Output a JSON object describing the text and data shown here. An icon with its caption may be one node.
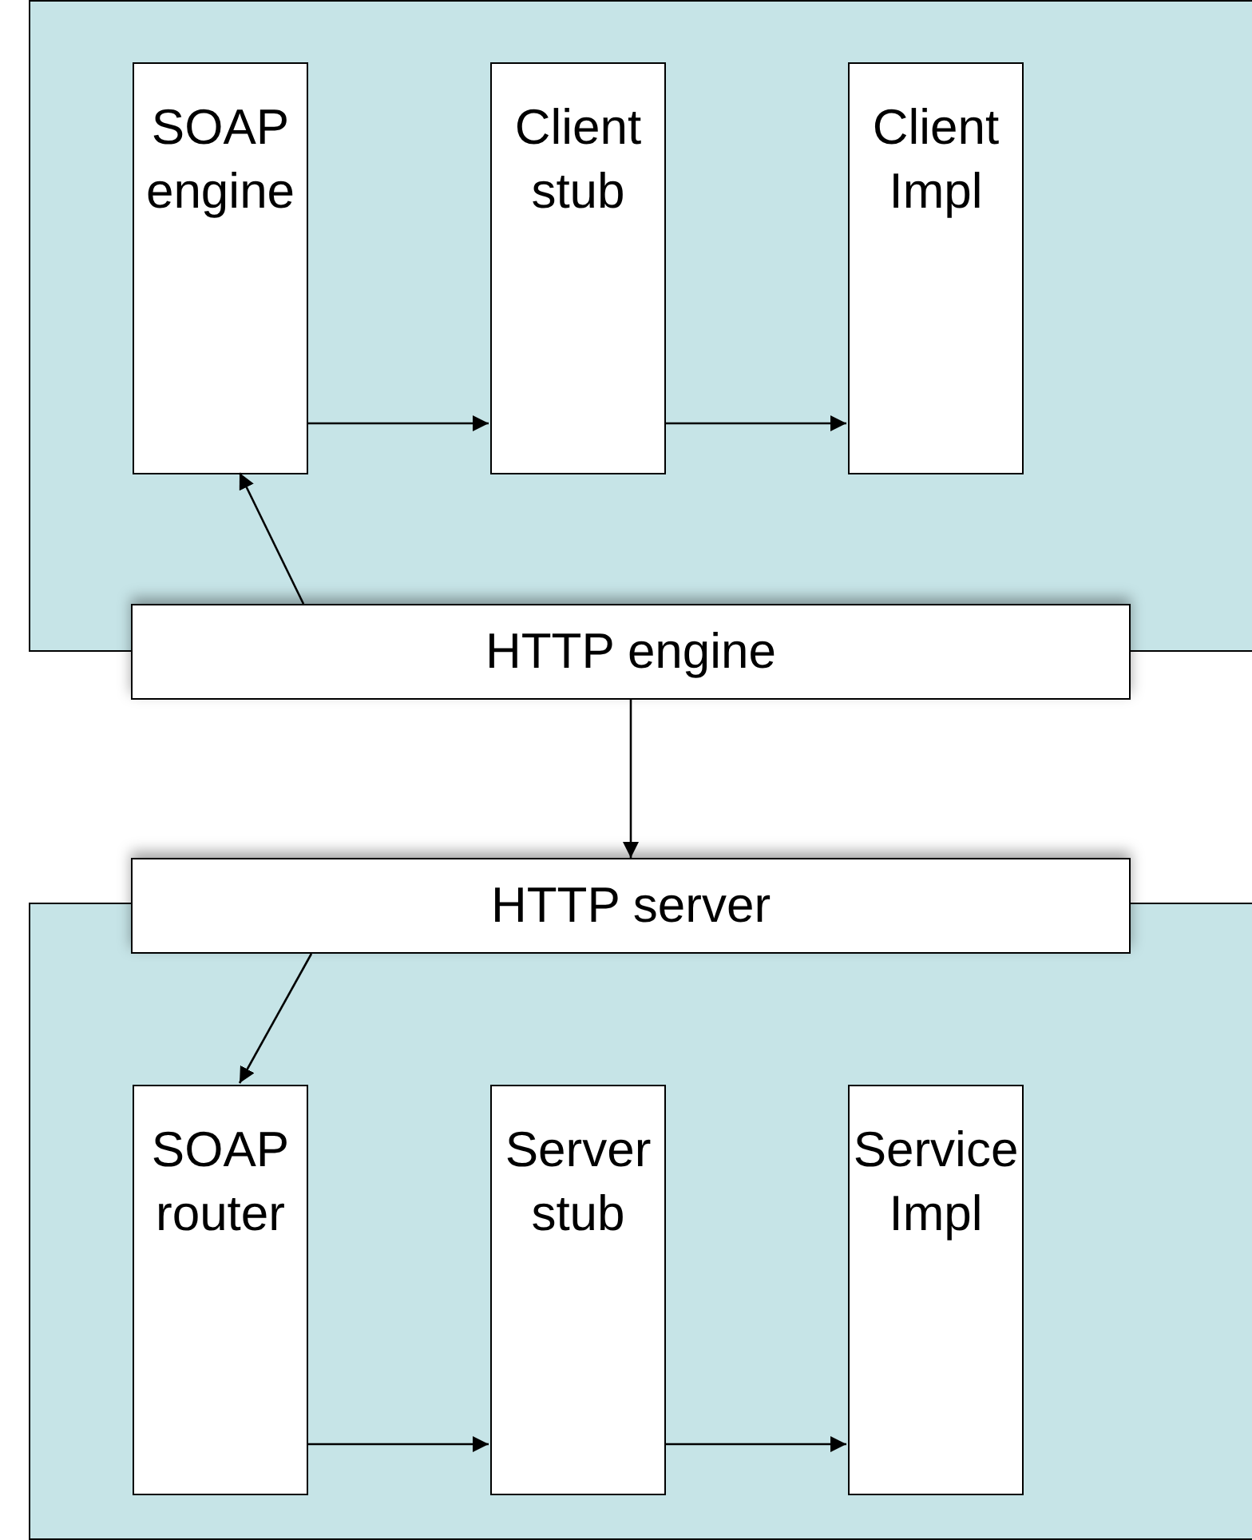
{
  "diagram": {
    "nodes": [
      {
        "text": [],
        "shape": "box"
      },
      {
        "text": [
          "SOAP engine"
        ],
        "in": 0
      },
      {
        "text": [
          "Client stub"
        ],
        "in": 0
      },
      {
        "text": [
          "Client Impl"
        ],
        "in": 0
      },
      {
        "text": [
          "HTTP engine"
        ]
      },
      {
        "text": [
          "HTTP server"
        ]
      },
      {
        "text": [],
        "shape": "box"
      },
      {
        "text": [
          "SOAP router"
        ],
        "in": 6
      },
      {
        "text": [
          "Server stub"
        ],
        "in": 6
      },
      {
        "text": [
          "Service Impl"
        ],
        "in": 6
      }
    ],
    "edges": [
      {
        "from": 1,
        "to": 2,
        "arrow": "to"
      },
      {
        "from": 2,
        "to": 3,
        "arrow": "to"
      },
      {
        "from": 4,
        "to": 1,
        "arrow": "to"
      },
      {
        "from": 4,
        "to": 5,
        "arrow": "to"
      },
      {
        "from": 5,
        "to": 7,
        "arrow": "to"
      },
      {
        "from": 7,
        "to": 8,
        "arrow": "to"
      },
      {
        "from": 8,
        "to": 9,
        "arrow": "to"
      }
    ]
  }
}
